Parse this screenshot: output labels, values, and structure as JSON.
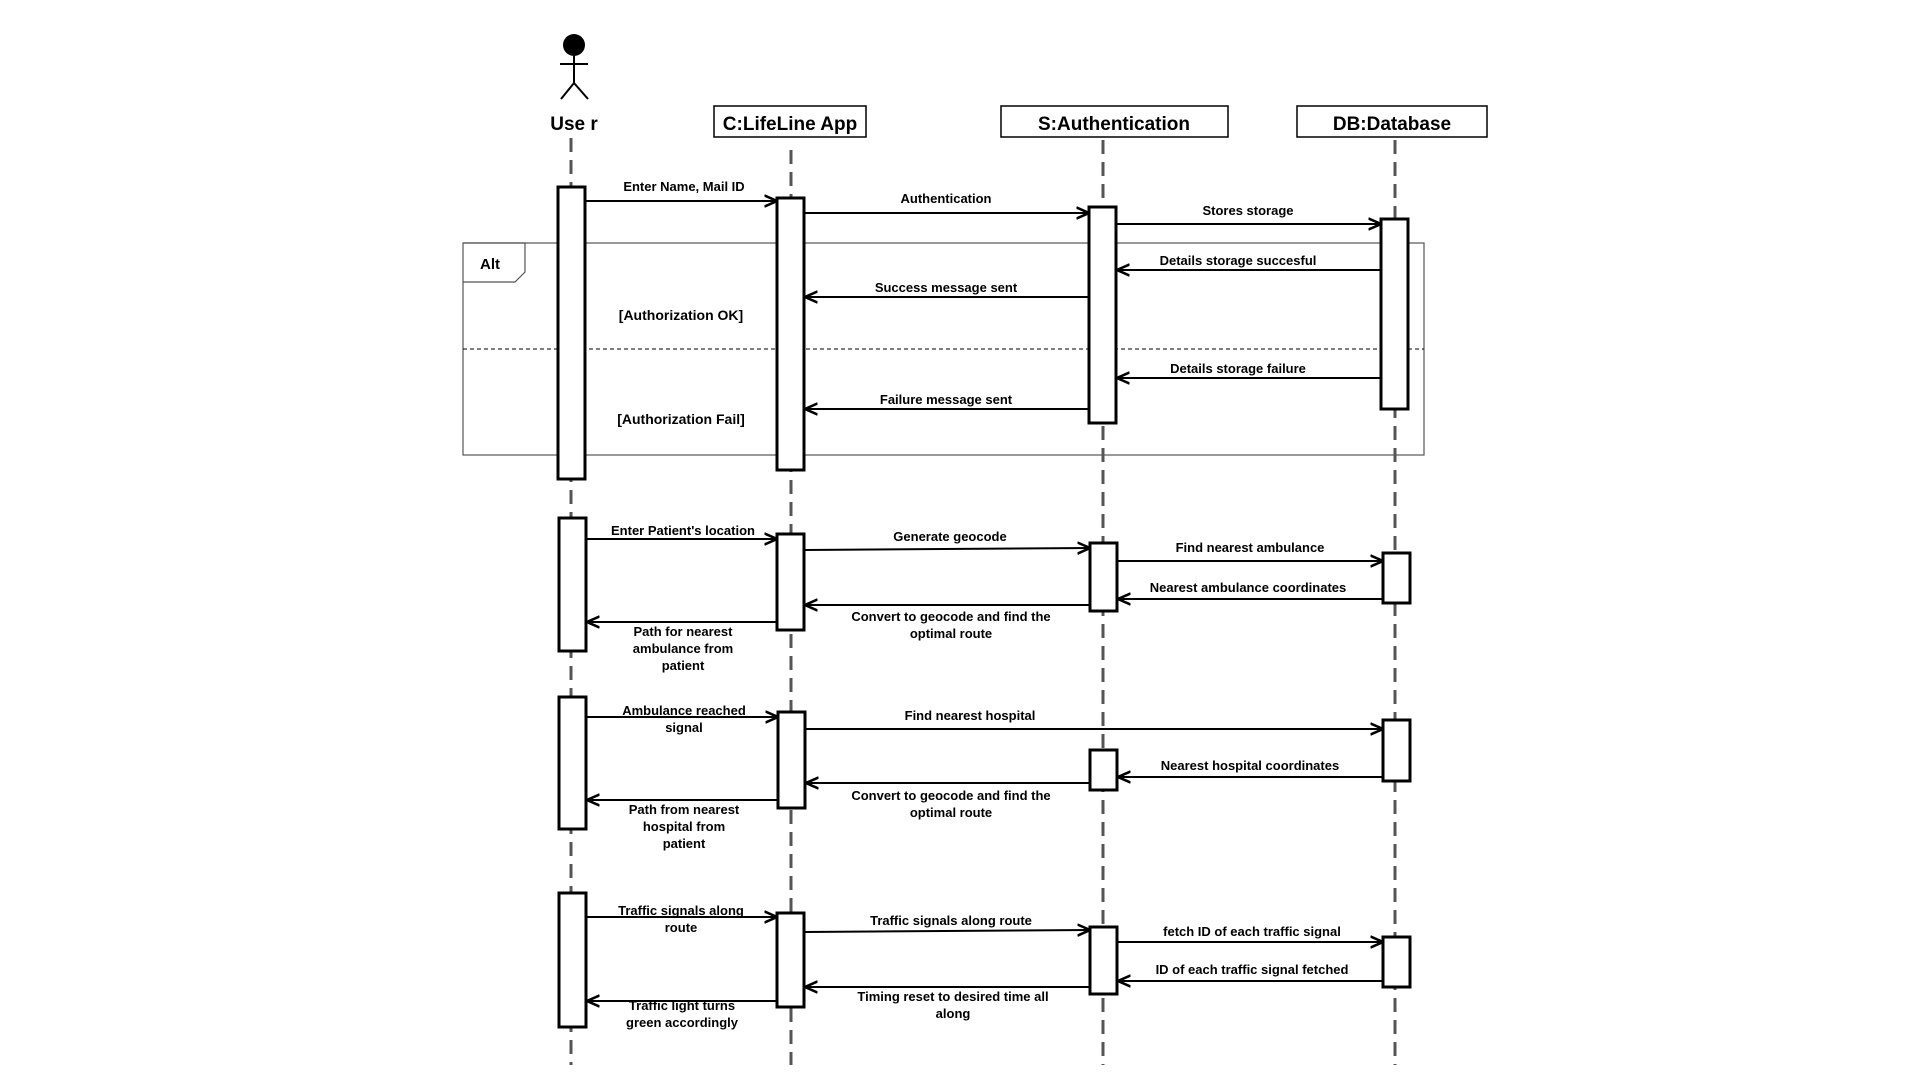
{
  "participants": {
    "user": "Use r",
    "app": "C:LifeLine App",
    "auth": "S:Authentication",
    "db": "DB:Database"
  },
  "alt": {
    "label": "Alt",
    "guard_ok": "[Authorization OK]",
    "guard_fail": "[Authorization Fail]"
  },
  "messages": [
    "Enter Name, Mail ID",
    "Authentication",
    "Stores storage",
    "Details storage succesful",
    "Success message sent",
    "Details storage failure",
    "Failure message sent",
    "Enter Patient's location",
    "Generate geocode",
    "Find  nearest ambulance",
    "Nearest ambulance coordinates",
    "Convert to geocode and find the optimal route",
    "Path for nearest ambulance from patient",
    "Ambulance reached signal",
    "Find  nearest hospital",
    "Nearest hospital coordinates",
    "Convert to geocode and find the optimal route",
    "Path from nearest hospital from patient",
    "Traffic signals along route",
    "Traffic signals along route",
    "fetch ID of each traffic signal",
    "ID of each traffic signal fetched",
    "Timing reset to desired time all along",
    "Traffic light turns green accordingly"
  ]
}
